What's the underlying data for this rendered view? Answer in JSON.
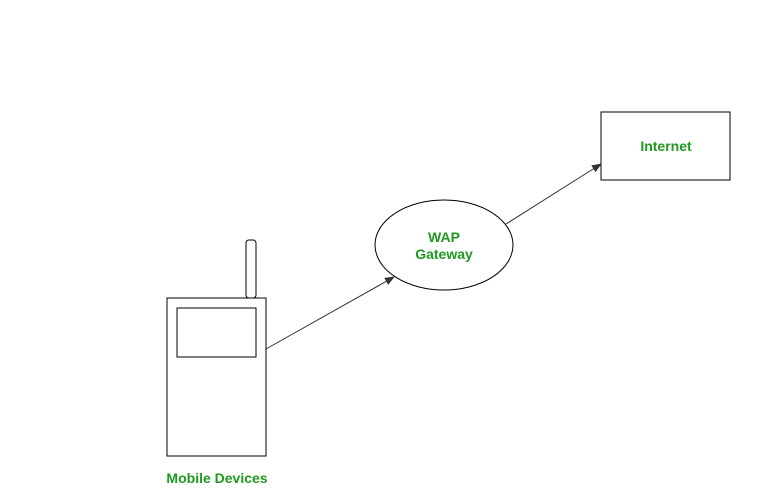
{
  "colors": {
    "label_green": "#1f9a1f",
    "stroke": "#000000",
    "fill": "#ffffff",
    "edge": "#333333"
  },
  "nodes": {
    "internet": {
      "label": "Internet",
      "shape": "rectangle"
    },
    "wap_gateway": {
      "label_line1": "WAP",
      "label_line2": "Gateway",
      "shape": "ellipse"
    },
    "mobile_device": {
      "caption": "Mobile Devices",
      "icon": "mobile-phone-icon"
    }
  },
  "edges": [
    {
      "from": "mobile_device",
      "to": "wap_gateway",
      "directed": true
    },
    {
      "from": "wap_gateway",
      "to": "internet",
      "directed": true
    }
  ]
}
